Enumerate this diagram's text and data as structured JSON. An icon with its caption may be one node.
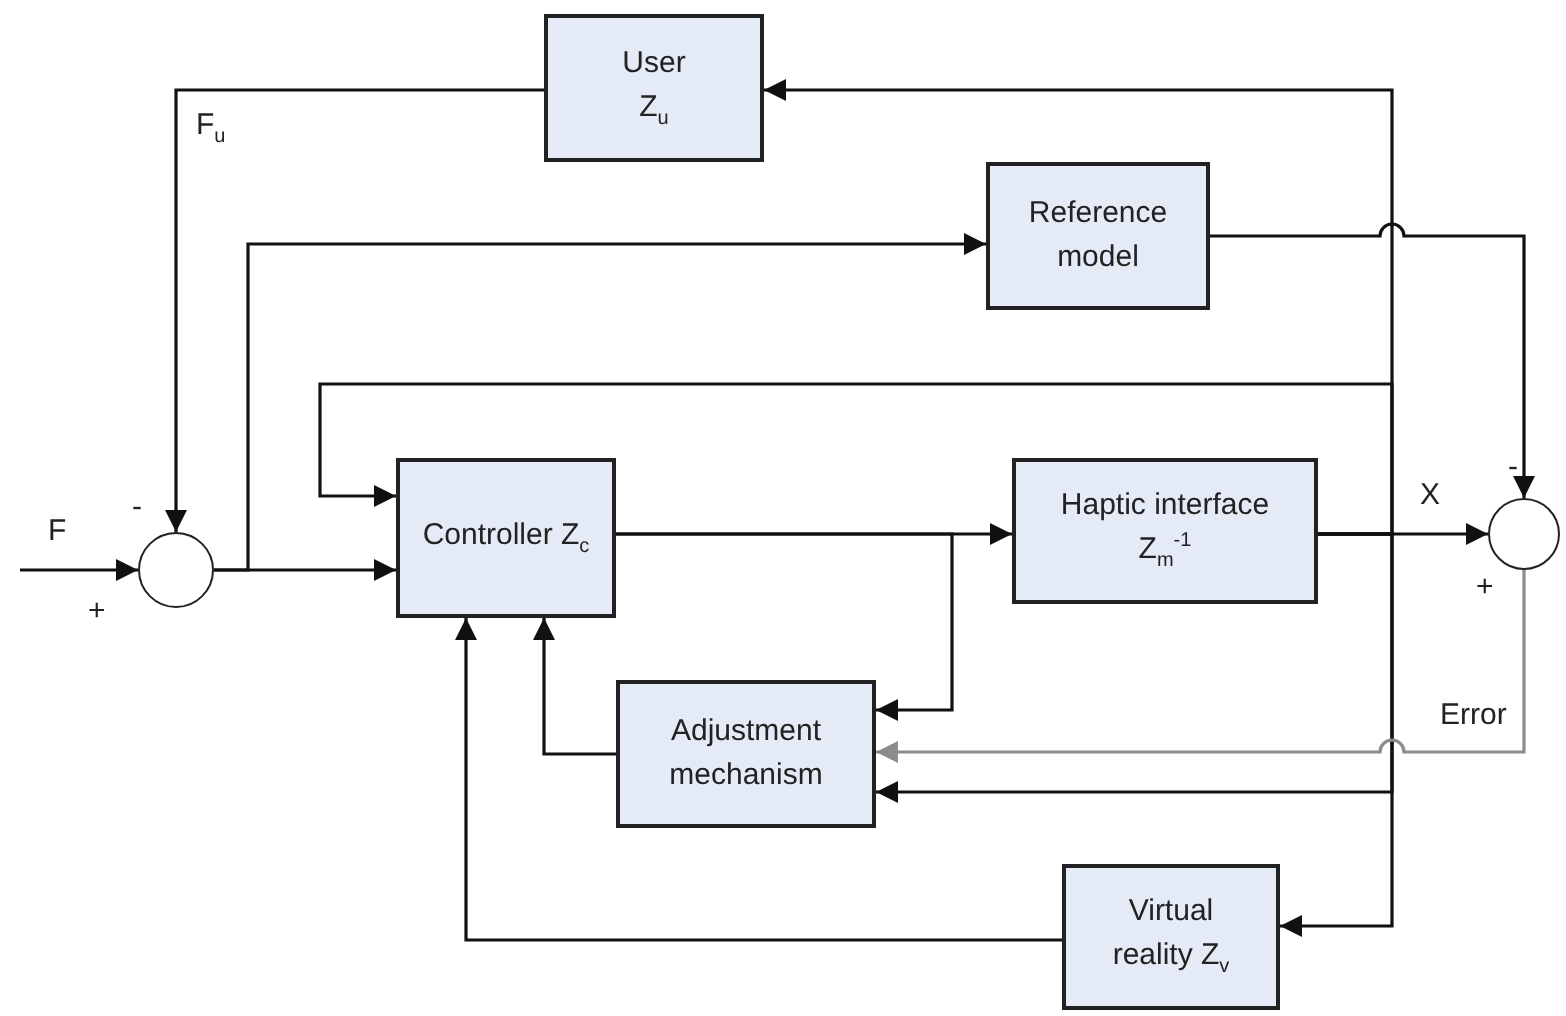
{
  "diagram": {
    "nodes": [
      {
        "text": [
          "User Z$_{u}$"
        ]
      },
      {
        "text": [
          "Reference model"
        ]
      },
      {
        "text": [],
        "shape": "circle"
      },
      {
        "text": [
          "Controller Z$_{c}$"
        ]
      },
      {
        "text": [
          "Haptic interface Z$_{m}$$^{-1}$"
        ]
      },
      {
        "text": [],
        "shape": "circle"
      },
      {
        "text": [
          "Adjustment mechanism"
        ]
      },
      {
        "text": [
          "Virtual reality Z$_{v}$"
        ]
      }
    ],
    "edges": [
      {
        "from": null,
        "to": 2,
        "arrow": "to",
        "label": "F"
      },
      {
        "from": 0,
        "to": 2,
        "arrow": "to",
        "label": "F$_{u}$"
      },
      {
        "from": 2,
        "to": 3,
        "arrow": "to"
      },
      {
        "from": 2,
        "to": 1,
        "arrow": "to"
      },
      {
        "from": 1,
        "to": 5,
        "arrow": "to"
      },
      {
        "from": 3,
        "to": 4,
        "arrow": "to"
      },
      {
        "from": 3,
        "to": 6,
        "arrow": "to"
      },
      {
        "from": 4,
        "to": 5,
        "arrow": "to",
        "label": "X"
      },
      {
        "from": 4,
        "to": 0,
        "arrow": "to"
      },
      {
        "from": 4,
        "to": 3,
        "arrow": "to"
      },
      {
        "from": 4,
        "to": 6,
        "arrow": "to"
      },
      {
        "from": 4,
        "to": 7,
        "arrow": "to"
      },
      {
        "from": 5,
        "to": 6,
        "arrow": "to",
        "label": "Error",
        "color": "#8c8c8c"
      },
      {
        "from": 6,
        "to": 3,
        "arrow": "to"
      },
      {
        "from": 7,
        "to": 3,
        "arrow": "to"
      }
    ],
    "labels": [
      "-",
      "-",
      "+",
      "+"
    ]
  }
}
